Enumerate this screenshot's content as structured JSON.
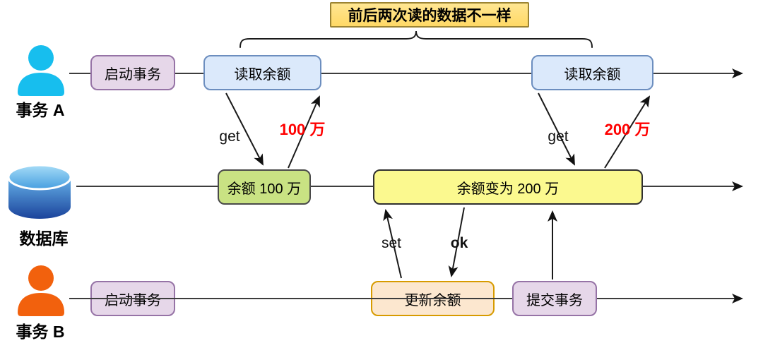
{
  "banner": {
    "text": "前后两次读的数据不一样"
  },
  "lanes": {
    "transaction_a": {
      "label": "事务 A"
    },
    "database": {
      "label": "数据库"
    },
    "transaction_b": {
      "label": "事务 B"
    }
  },
  "boxes": {
    "a_start": "启动事务",
    "a_read_first": "读取余额",
    "a_read_second": "读取余额",
    "db_initial": "余额 100 万",
    "db_updated": "余额变为 200 万",
    "b_start": "启动事务",
    "b_update": "更新余额",
    "b_commit": "提交事务"
  },
  "arrow_labels": {
    "get_first": "get",
    "result_first": "100 万",
    "get_second": "get",
    "result_second": "200 万",
    "set": "set",
    "ok": "ok"
  },
  "colors": {
    "transaction_a_icon": "#17BEEE",
    "transaction_b_icon": "#F2610D",
    "database_icon_top": "#5FB3E8",
    "database_icon_body": "#1B439B",
    "highlight_value": "#FF0000",
    "banner_fill": "#FFE07A",
    "banner_border": "#9C8433",
    "box_purple_fill": "#E6D7E9",
    "box_purple_border": "#9673A6",
    "box_blue_fill": "#DBE9FB",
    "box_blue_border": "#6C8EBF",
    "box_green_fill": "#C9E283",
    "box_yellow_fill": "#FBF98F",
    "box_orange_fill": "#FCE7CF",
    "box_orange_border": "#D79B00",
    "line_color": "#3d3d3d"
  }
}
